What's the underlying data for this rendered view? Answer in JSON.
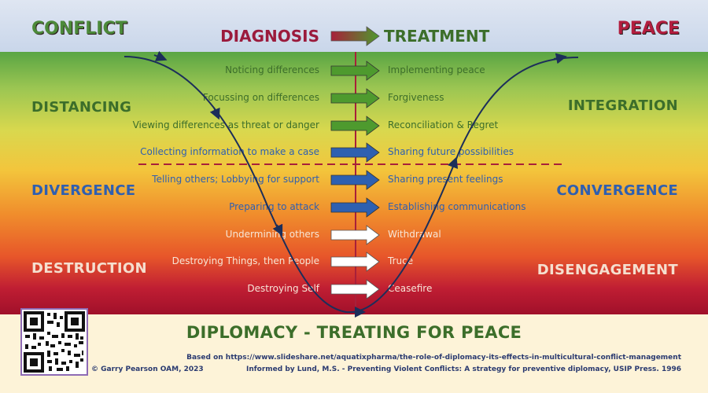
{
  "header": {
    "left": "CONFLICT",
    "right": "PEACE",
    "diagnosis": "DIAGNOSIS",
    "treatment": "TREATMENT"
  },
  "stages_left": [
    "DISTANCING",
    "DIVERGENCE",
    "DESTRUCTION"
  ],
  "stages_right": [
    "INTEGRATION",
    "CONVERGENCE",
    "DISENGAGEMENT"
  ],
  "diagnosis_items": [
    "Noticing differences",
    "Focussing on differences",
    "Viewing differences as threat or danger",
    "Collecting information to make a case",
    "Telling others; Lobbying for support",
    "Preparing to attack",
    "Undermining others",
    "Destroying Things, then People",
    "Destroying Self"
  ],
  "treatment_items": [
    "Implementing peace",
    "Forgiveness",
    "Reconciliation & Regret",
    "Sharing future possibilities",
    "Sharing present feelings",
    "Establishing communications",
    "Withdrawal",
    "Truce",
    "Ceasefire"
  ],
  "footer": {
    "title": "DIPLOMACY - TREATING FOR PEACE",
    "copyright": "© Garry Pearson OAM, 2023",
    "source_line_1": "Based on https://www.slideshare.net/aquatixpharma/the-role-of-diplomacy-its-effects-in-multicultural-conflict-management",
    "source_line_2": "Informed by Lund, M.S. - Preventing Violent Conflicts: A strategy for preventive diplomacy, USIP Press. 1996"
  },
  "colors": {
    "green_text": "#3c6e2a",
    "blue_text": "#2f5fb0",
    "light_text": "#f7e6d6",
    "diagnosis_color": "#9b1a3c",
    "arrow_green": "#4e9a2e",
    "arrow_blue": "#2e60b0",
    "arrow_white": "#ffffff",
    "curve": "#1c2e5a",
    "divider": "#a8203a"
  }
}
